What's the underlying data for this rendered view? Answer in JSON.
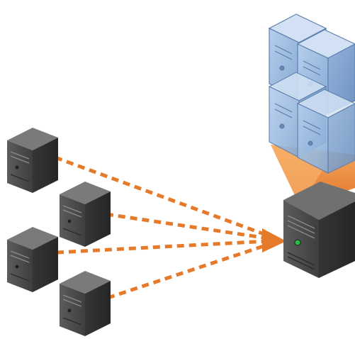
{
  "diagram": {
    "clients": [
      {
        "name": "client-server-1"
      },
      {
        "name": "client-server-2"
      },
      {
        "name": "client-server-3"
      },
      {
        "name": "client-server-4"
      }
    ],
    "target": {
      "name": "central-server",
      "indicator_color": "#22c040"
    },
    "virtual_pool": {
      "name": "virtual-server-stack",
      "count": 4
    },
    "colors": {
      "connector": "#e57a2a",
      "funnel": "#f08a32",
      "server_dark": "#4a4a4a",
      "server_side": "#2f2f2f",
      "server_top": "#6e6e6e",
      "virtual_front": "#9fbde0",
      "virtual_side": "#7fa0c8",
      "virtual_top": "#c8dbf0"
    }
  }
}
